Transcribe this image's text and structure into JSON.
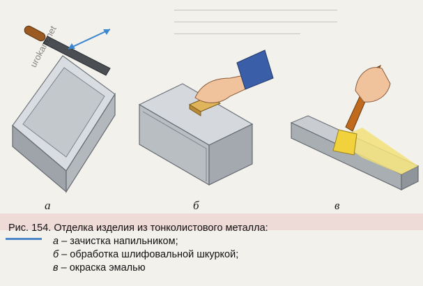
{
  "figure": {
    "number_label": "Рис. 154.",
    "title": "Отделка изделия из тонколистового металла:",
    "items": [
      {
        "letter": "а",
        "text": " – зачистка напильником;"
      },
      {
        "letter": "б",
        "text": " – обработка шлифовальной шкуркой;"
      },
      {
        "letter": "в",
        "text": " – окраска эмалью"
      }
    ],
    "panel_labels": [
      "а",
      "б",
      "в"
    ]
  },
  "watermark": "urokam.net",
  "colors": {
    "metal": "#b9bec3",
    "metal_dark": "#8c9298",
    "metal_light": "#d6dade",
    "skin": "#f1c39c",
    "sleeve": "#3a5fa8",
    "handle": "#9a5a22",
    "brush_bristle": "#f2d23c",
    "arrow_blue": "#3a86d0",
    "caption_accent": "#4a86c8"
  }
}
